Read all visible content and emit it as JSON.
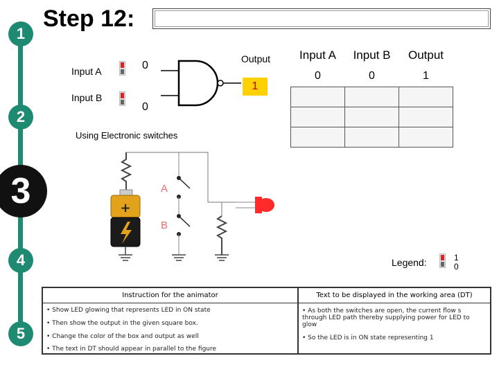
{
  "steps": [
    "1",
    "2",
    "3",
    "4",
    "5"
  ],
  "title": "Step 12:",
  "gate": {
    "input_a_label": "Input A",
    "input_b_label": "Input B",
    "input_a_value": "0",
    "input_b_value": "0",
    "output_label": "Output",
    "output_value": "1"
  },
  "truth_table": {
    "headers": [
      "Input A",
      "Input B",
      "Output"
    ],
    "rows": [
      [
        "0",
        "0",
        "1"
      ]
    ]
  },
  "circuit": {
    "caption": "Using Electronic switches",
    "switch_a": "A",
    "switch_b": "B"
  },
  "legend": {
    "label": "Legend:",
    "on_value": "1",
    "off_value": "0"
  },
  "instructions": {
    "animator_header": "Instruction for the animator",
    "animator_items": [
      "• Show LED glowing that represents LED in ON state",
      "• Then show the output in the given square box.",
      "• Change the color of the box and output as well",
      "• The text in DT should appear in parallel to the figure"
    ],
    "dt_header": "Text to be displayed in the working area (DT)",
    "dt_items": [
      "• As both the switches are open, the current flow s through LED path thereby supplying power for LED to glow",
      "• So the LED is in ON state representing 1"
    ]
  },
  "colors": {
    "rail": "#1f8a72",
    "output_box": "#ffd100",
    "output_text": "#c00000",
    "led": "#ff2a2a"
  }
}
